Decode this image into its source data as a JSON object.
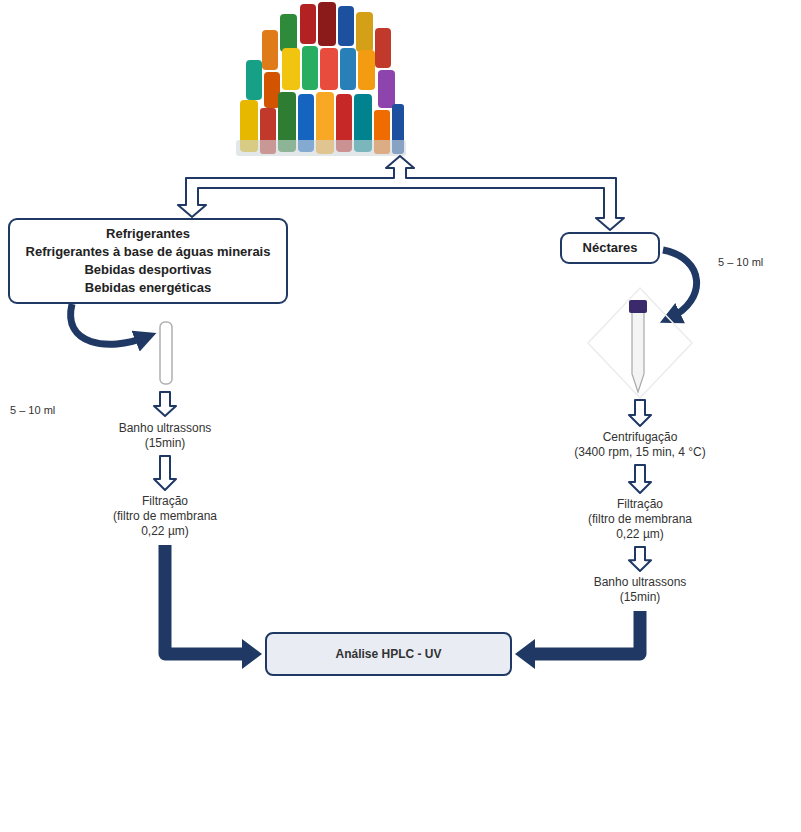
{
  "diagram": {
    "nodes": [
      {
        "text": [
          "Refrigerantes",
          "Refrigerantes à base de águas minerais",
          "Bebidas desportivas",
          "Bebidas energéticas"
        ]
      },
      {
        "text": [
          "Néctares"
        ]
      },
      {
        "text": [
          "Banho ultrassons",
          "(15min)"
        ]
      },
      {
        "text": [
          "Filtração",
          "(filtro de membrana 0,22 µm)"
        ]
      },
      {
        "text": [
          "Centrifugação",
          "(3400 rpm, 15 min, 4 °C)"
        ]
      },
      {
        "text": [
          "Filtração",
          "(filtro de membrana 0,22 µm)"
        ]
      },
      {
        "text": [
          "Banho ultrassons",
          "(15min)"
        ]
      },
      {
        "text": [
          "Análise HPLC - UV"
        ]
      }
    ],
    "edges": [
      {
        "from": 2,
        "to": 3,
        "arrow": "to"
      },
      {
        "from": 3,
        "to": 7,
        "arrow": "to"
      },
      {
        "from": 4,
        "to": 5,
        "arrow": "to"
      },
      {
        "from": 5,
        "to": 6,
        "arrow": "to"
      },
      {
        "from": 6,
        "to": 7,
        "arrow": "to"
      }
    ],
    "labels": [
      "5 – 10 ml",
      "5 – 10 ml"
    ]
  }
}
